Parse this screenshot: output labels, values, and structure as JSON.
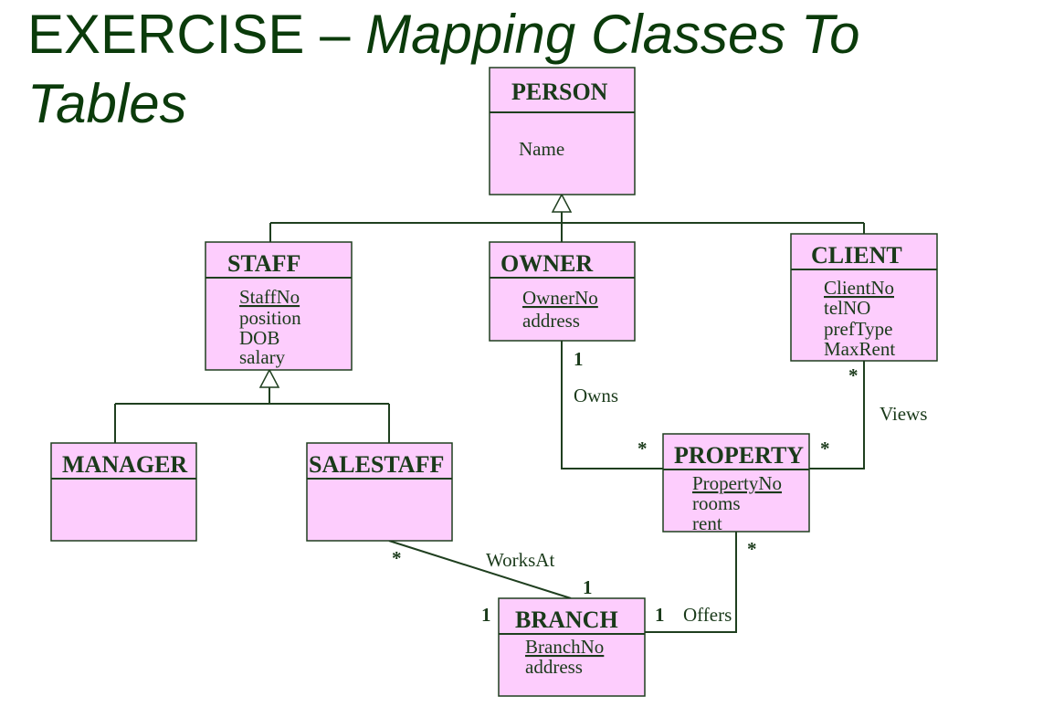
{
  "title": {
    "prefix": "EXERCISE – ",
    "italic_line1": "Mapping Classes To",
    "italic_line2": "Tables"
  },
  "colors": {
    "box_fill": "#fdcdfd",
    "line": "#1f3f1f",
    "title": "#0b3b0b"
  },
  "classes": {
    "person": {
      "name": "PERSON",
      "attrs": [
        "Name"
      ]
    },
    "staff": {
      "name": "STAFF",
      "key": "StaffNo",
      "attrs": [
        "position",
        "DOB",
        "salary"
      ]
    },
    "owner": {
      "name": "OWNER",
      "key": "OwnerNo",
      "attrs": [
        "address"
      ]
    },
    "client": {
      "name": "CLIENT",
      "key": "ClientNo",
      "attrs": [
        "telNO",
        "prefType",
        "MaxRent"
      ]
    },
    "manager": {
      "name": "MANAGER"
    },
    "salestaff": {
      "name": "SALESTAFF"
    },
    "property": {
      "name": "PROPERTY",
      "key": "PropertyNo",
      "attrs": [
        "rooms",
        "rent"
      ]
    },
    "branch": {
      "name": "BRANCH",
      "key": "BranchNo",
      "attrs": [
        "address"
      ]
    }
  },
  "associations": {
    "owns": {
      "label": "Owns",
      "owner_mult": "1",
      "property_mult": "*"
    },
    "views": {
      "label": "Views",
      "client_mult": "*",
      "property_mult": "*"
    },
    "works_at": {
      "label": "WorksAt",
      "salestaff_mult": "*",
      "branch_mult": "1"
    },
    "offers": {
      "label": "Offers",
      "branch_mult": "1",
      "property_mult": "*"
    },
    "branch_left_mult": "1"
  }
}
